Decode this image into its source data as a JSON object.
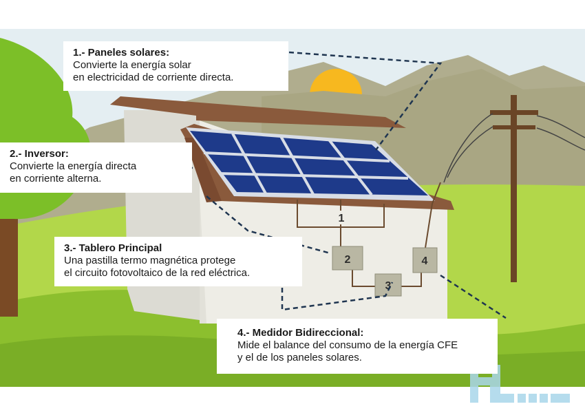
{
  "callouts": [
    {
      "title": "1.- Paneles solares:",
      "lines": [
        "Convierte la energía solar",
        "en electricidad de corriente directa."
      ]
    },
    {
      "title": "2.- Inversor:",
      "lines": [
        "Convierte la energía directa",
        "en corriente alterna."
      ]
    },
    {
      "title": "3.- Tablero Principal",
      "lines": [
        "Una pastilla termo magnética protege",
        "el circuito fotovoltaico de la red eléctrica."
      ]
    },
    {
      "title": "4.- Medidor Bidireccional:",
      "lines": [
        "Mide el balance del consumo de la energía CFE",
        "y el de los paneles solares."
      ]
    }
  ],
  "component_numbers": [
    "1",
    "2",
    "3",
    "4"
  ],
  "colors": {
    "sky": "#e4eef2",
    "mountains": "#b0ad8e",
    "sun": "#f7b81f",
    "grass": "#9cc83a",
    "house_wall": "#eeede6",
    "roof": "#8a5a3c",
    "panel": "#1e3a8a",
    "tree": "#7cbf28",
    "pole": "#6a4526"
  },
  "icons": [
    "sun-icon",
    "tree-icon",
    "utility-pole-icon",
    "solar-panel-icon",
    "watermark-logo"
  ]
}
